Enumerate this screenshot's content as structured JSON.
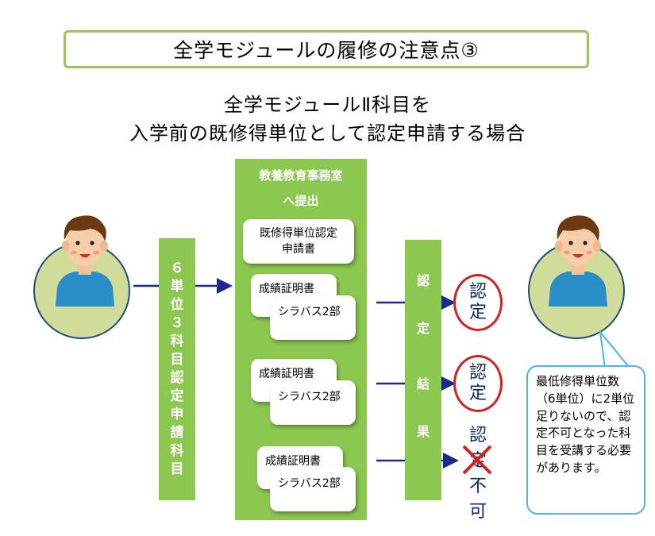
{
  "title": "全学モジュールの履修の注意点③",
  "subtitle": {
    "line1": "全学モジュールⅡ科目を",
    "line2": "入学前の既修得単位として認定申請する場合"
  },
  "left_column": {
    "chars": [
      "６",
      "単",
      "位",
      "３",
      "科",
      "目",
      "認",
      "定",
      "申",
      "請",
      "科",
      "目"
    ]
  },
  "office": {
    "header_line1": "教養教育事務室",
    "header_line2": "へ提出",
    "application_doc_line1": "既修得単位認定",
    "application_doc_line2": "申請書",
    "sets": [
      {
        "transcript": "成績証明書",
        "syllabus": "シラバス2部"
      },
      {
        "transcript": "成績証明書",
        "syllabus": "シラバス2部"
      },
      {
        "transcript": "成績証明書",
        "syllabus": "シラバス2部"
      }
    ]
  },
  "result_column": {
    "chars": [
      "認",
      "定",
      "結",
      "果"
    ]
  },
  "results": [
    {
      "chars": [
        "認",
        "定"
      ],
      "status": "approved"
    },
    {
      "chars": [
        "認",
        "定"
      ],
      "status": "approved"
    },
    {
      "chars": [
        "認",
        "定",
        "不",
        "可"
      ],
      "status": "rejected"
    }
  ],
  "callout": {
    "text": "最低修得単位数（6単位）に2単位足りないので、認定不可となった科目を受講する必要があります。"
  },
  "colors": {
    "green": "#8cc850",
    "title_border": "#9dc35a",
    "arrow": "#1a2a8c",
    "red": "#d42020",
    "callout_border": "#4db4e8",
    "shirt": "#2a8fc9",
    "circle": "#cfdc9a"
  }
}
